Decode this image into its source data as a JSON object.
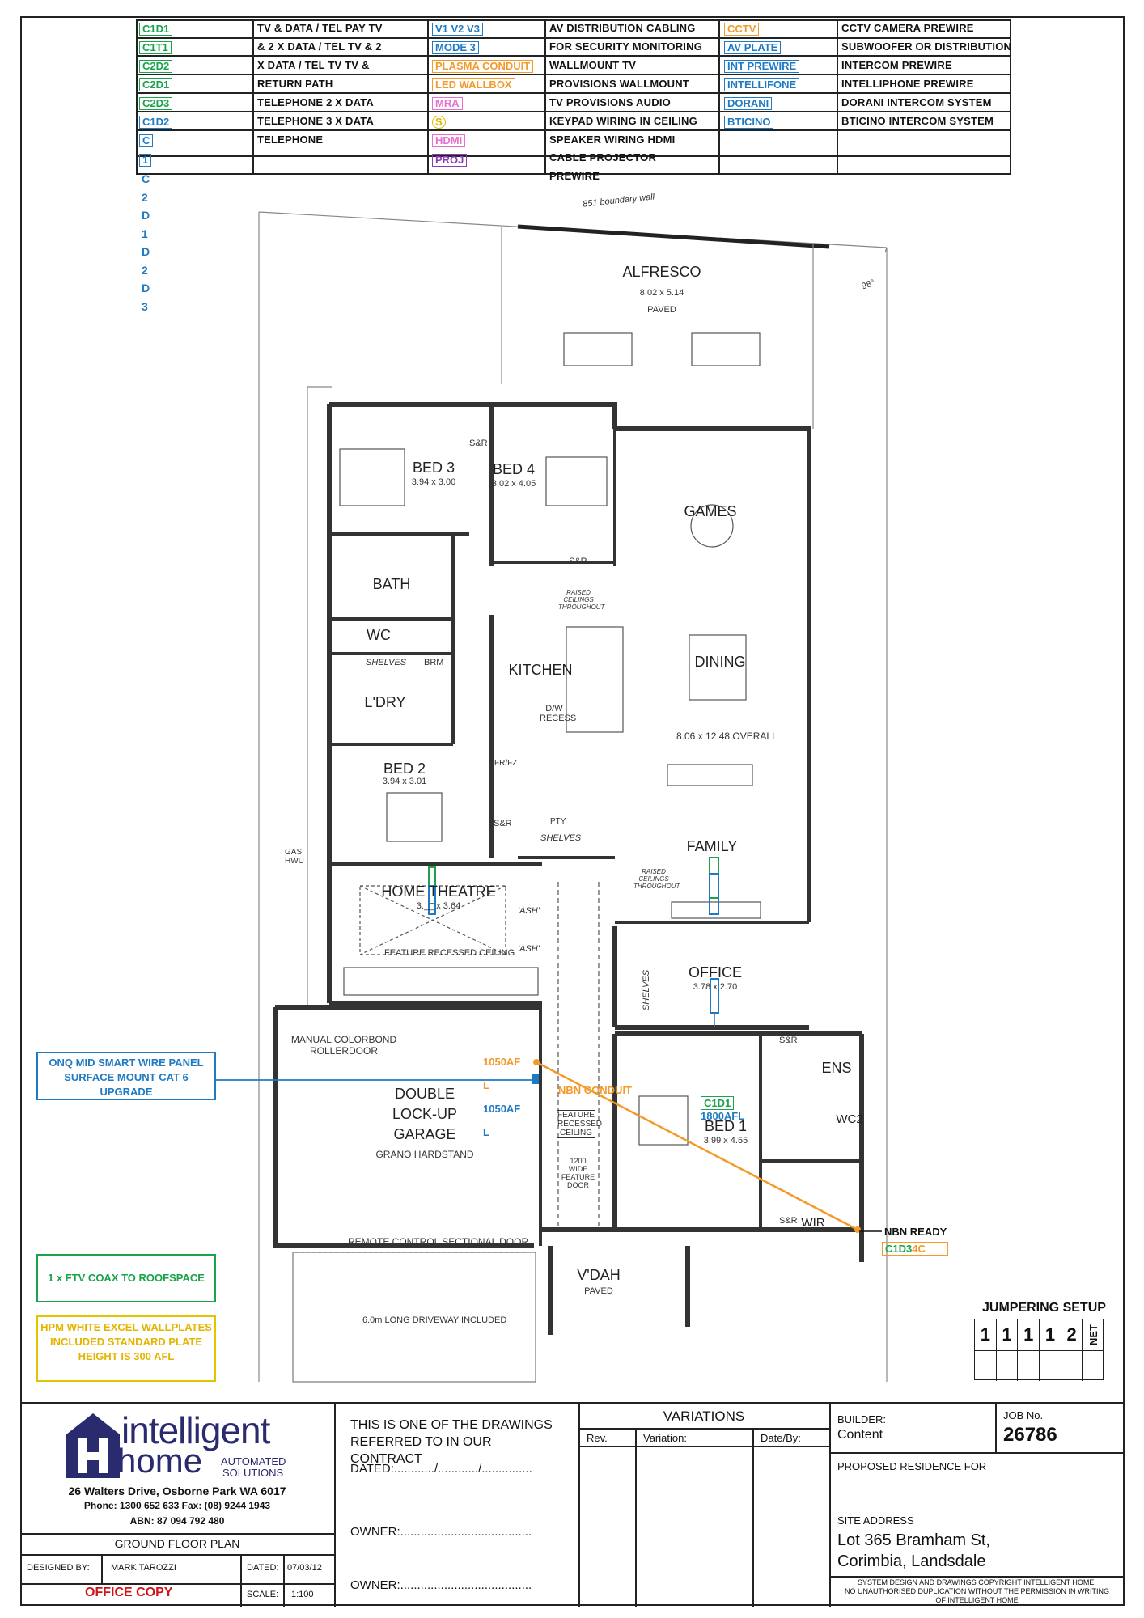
{
  "legend": {
    "col1": [
      {
        "code": "C1D1",
        "desc": "TV & DATA / TEL PAY TV"
      },
      {
        "code": "C1T1",
        "desc": "& 2 X DATA / TEL TV & 2"
      },
      {
        "code": "C2D2",
        "desc": "X DATA / TEL TV TV &"
      },
      {
        "code": "C2D1",
        "desc": "RETURN PATH"
      },
      {
        "code": "C2D3",
        "desc": "TELEPHONE 2 X DATA"
      },
      {
        "code": "C1D2",
        "desc": "TELEPHONE 3 X DATA"
      },
      {
        "code": "C",
        "desc": "TELEPHONE"
      },
      {
        "code": "1",
        "desc": ""
      }
    ],
    "col2": [
      {
        "code": "V1 V2 V3",
        "desc": "AV DISTRIBUTION CABLING",
        "color": "blue"
      },
      {
        "code": "MODE 3",
        "desc": "FOR SECURITY MONITORING",
        "color": "blue"
      },
      {
        "code": "PLASMA CONDUIT",
        "desc": "WALLMOUNT TV",
        "color": "orange"
      },
      {
        "code": "LED WALLBOX",
        "desc": "PROVISIONS WALLMOUNT",
        "color": "orange"
      },
      {
        "code": "MRA",
        "desc": "TV PROVISIONS AUDIO",
        "color": "pink"
      },
      {
        "code": "S",
        "desc": "KEYPAD WIRING IN CEILING",
        "color": "yellow"
      },
      {
        "code": "HDMI",
        "desc": "SPEAKER WIRING HDMI",
        "color": "pink"
      },
      {
        "code": "PROJ",
        "desc": "CABLE PROJECTOR",
        "color": "purple"
      }
    ],
    "col2_extra": "PREWIRE",
    "col3": [
      {
        "code": "CCTV",
        "desc": "CCTV CAMERA PREWIRE",
        "color": "orange"
      },
      {
        "code": "AV PLATE",
        "desc": "SUBWOOFER OR DISTRIBUTION",
        "color": "blue"
      },
      {
        "code": "INT PREWIRE",
        "desc": "INTERCOM PREWIRE",
        "color": "blue"
      },
      {
        "code": "INTELLIFONE",
        "desc": "INTELLIPHONE PREWIRE",
        "color": "blue"
      },
      {
        "code": "DORANI",
        "desc": "DORANI INTERCOM SYSTEM",
        "color": "blue"
      },
      {
        "code": "BTICINO",
        "desc": "BTICINO INTERCOM SYSTEM",
        "color": "blue"
      }
    ],
    "vertical_codes": "C\n2\nD\n1\nD\n2\nD\n3"
  },
  "plan": {
    "rooms": [
      {
        "name": "ALFRESCO",
        "dim": "8.02 x 5.14",
        "note": "PAVED"
      },
      {
        "name": "BED 3",
        "dim": "3.94 x 3.00"
      },
      {
        "name": "BED 4",
        "dim": "3.02 x 4.05"
      },
      {
        "name": "GAMES"
      },
      {
        "name": "BATH"
      },
      {
        "name": "WC"
      },
      {
        "name": "L'DRY"
      },
      {
        "name": "KITCHEN"
      },
      {
        "name": "DINING"
      },
      {
        "name": "BED 2",
        "dim": "3.94 x 3.01"
      },
      {
        "name": "FAMILY"
      },
      {
        "name": "HOME THEATRE",
        "dim": "3.__ x 3.64"
      },
      {
        "name": "OFFICE",
        "dim": "3.78 x 2.70"
      },
      {
        "name": "ENS"
      },
      {
        "name": "WC2"
      },
      {
        "name": "DOUBLE LOCK-UP GARAGE",
        "note": "GRANO HARDSTAND"
      },
      {
        "name": "BED 1",
        "dim": "3.99 x 4.55"
      },
      {
        "name": "WIR"
      },
      {
        "name": "V'DAH",
        "note": "PAVED"
      }
    ],
    "labels": {
      "sr": "S&R",
      "shelves": "SHELVES",
      "brm": "BRM",
      "raised_ceilings": "RAISED CEILINGS THROUGHOUT",
      "dw_recess": "D/W RECESS",
      "overall": "8.06 x 12.48 OVERALL",
      "pty": "PTY",
      "frfz": "FR/FZ",
      "feature_ceiling": "FEATURE RECESSED CEILING",
      "ash": "'ASH'",
      "gas_hwu": "GAS HWU",
      "manual_door": "MANUAL COLORBOND ROLLERDOOR",
      "remote_door": "REMOTE CONTROL SECTIONAL DOOR",
      "driveway": "6.0m LONG DRIVEWAY INCLUDED",
      "feature_door": "1200 WIDE FEATURE DOOR",
      "angle": "98°",
      "boundary": "851 boundary wall",
      "bed1_feature": "FEATURE RECESSED CEILING"
    },
    "markers": {
      "h1050a": "1050AF",
      "l1": "L",
      "h1050b": "1050AF",
      "l2": "L",
      "nbn_conduit": "NBN CONDUIT",
      "bed1_code": "C1D1",
      "bed1_height": "1800AFL",
      "nbn_ready": "NBN READY",
      "nbn_code_a": "C1D3",
      "nbn_code_b": "4C"
    }
  },
  "callouts": {
    "onq": "ONQ MID SMART WIRE PANEL SURFACE MOUNT CAT 6 UPGRADE",
    "ftv": "1 x FTV COAX TO ROOFSPACE",
    "hpm": "HPM WHITE EXCEL WALLPLATES INCLUDED STANDARD PLATE HEIGHT IS 300 AFL"
  },
  "jumpering": {
    "title": "JUMPERING SETUP",
    "cells": [
      "1",
      "1",
      "1",
      "1",
      "2",
      "NET"
    ]
  },
  "title_block": {
    "company_line1": "intelligent",
    "company_line2": "home",
    "company_line3": "AUTOMATED",
    "company_line4": "SOLUTIONS",
    "address": "26 Walters Drive, Osborne Park WA 6017",
    "phone": "Phone: 1300 652 633 Fax: (08) 9244 1943",
    "abn": "ABN: 87 094 792 480",
    "plan_name": "GROUND FLOOR PLAN",
    "designed_by_label": "DESIGNED BY:",
    "designed_by": "MARK TAROZZI",
    "dated_label": "DATED:",
    "dated": "07/03/12",
    "scale_label": "SCALE:",
    "scale": "1:100",
    "office_copy": "OFFICE COPY",
    "contract_note": "THIS IS ONE OF THE DRAWINGS REFERRED TO IN OUR CONTRACT",
    "dated_line": "DATED:............/............/...............",
    "owner1": "OWNER:.......................................",
    "owner2": "OWNER:.......................................",
    "variations": "VARIATIONS",
    "rev": "Rev.",
    "variation": "Variation:",
    "date_by": "Date/By:",
    "builder_label": "BUILDER:",
    "builder": "Content",
    "job_label": "JOB No.",
    "job": "26786",
    "proposed": "PROPOSED RESIDENCE FOR",
    "site_label": "SITE ADDRESS",
    "site_line1": "Lot 365 Bramham St,",
    "site_line2": "Corimbia, Landsdale",
    "copyright1": "SYSTEM DESIGN AND DRAWINGS COPYRIGHT INTELLIGENT HOME.",
    "copyright2": "NO UNAUTHORISED DUPLICATION WITHOUT THE PERMISSION IN WRITING",
    "copyright3": "OF INTELLIGENT HOME"
  },
  "colors": {
    "green": "#1aa34a",
    "blue": "#1f7ac4",
    "orange": "#f39a2b",
    "pink": "#e76fd0",
    "yellow": "#e3b400",
    "purple": "#8a3fb0",
    "red": "#d0141a",
    "navy": "#2a2a6e"
  }
}
